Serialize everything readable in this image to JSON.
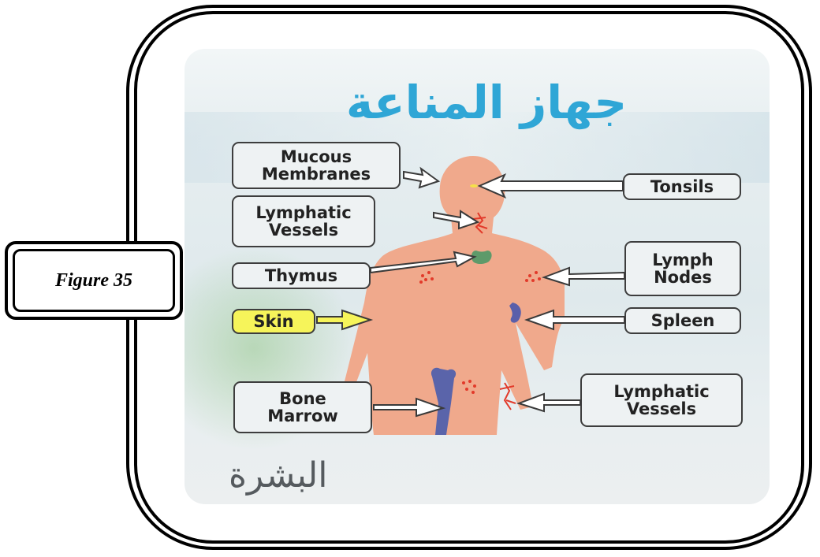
{
  "figure_label": "Figure 35",
  "title_arabic": "جهاز المناعة",
  "footer_arabic": "البشرة",
  "labels": {
    "mucous_membranes": "Mucous\nMembranes",
    "lymphatic_vessels_neck": "Lymphatic\nVessels",
    "thymus": "Thymus",
    "skin": "Skin",
    "bone_marrow": "Bone\nMarrow",
    "tonsils": "Tonsils",
    "lymph_nodes": "Lymph\nNodes",
    "spleen": "Spleen",
    "lymphatic_vessels_leg": "Lymphatic\nVessels"
  },
  "colors": {
    "title": "#2fa6d6",
    "body": "#f0a98c",
    "thymus": "#5e9a6a",
    "spleen": "#5a5faa",
    "bone": "#5a64aa",
    "nodes": "#e23a2a",
    "skin_label": "#f6f45a"
  }
}
